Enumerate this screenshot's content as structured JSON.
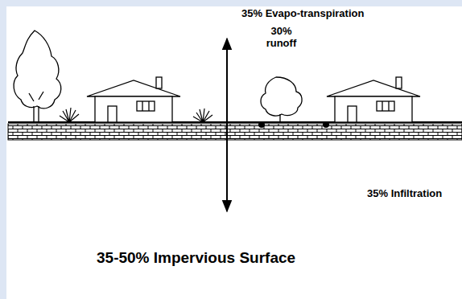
{
  "diagram": {
    "caption": "35-50% Impervious Surface",
    "labels": [
      "35% Evapo-transpiration",
      "30% runoff",
      "35% Infiltration"
    ]
  }
}
